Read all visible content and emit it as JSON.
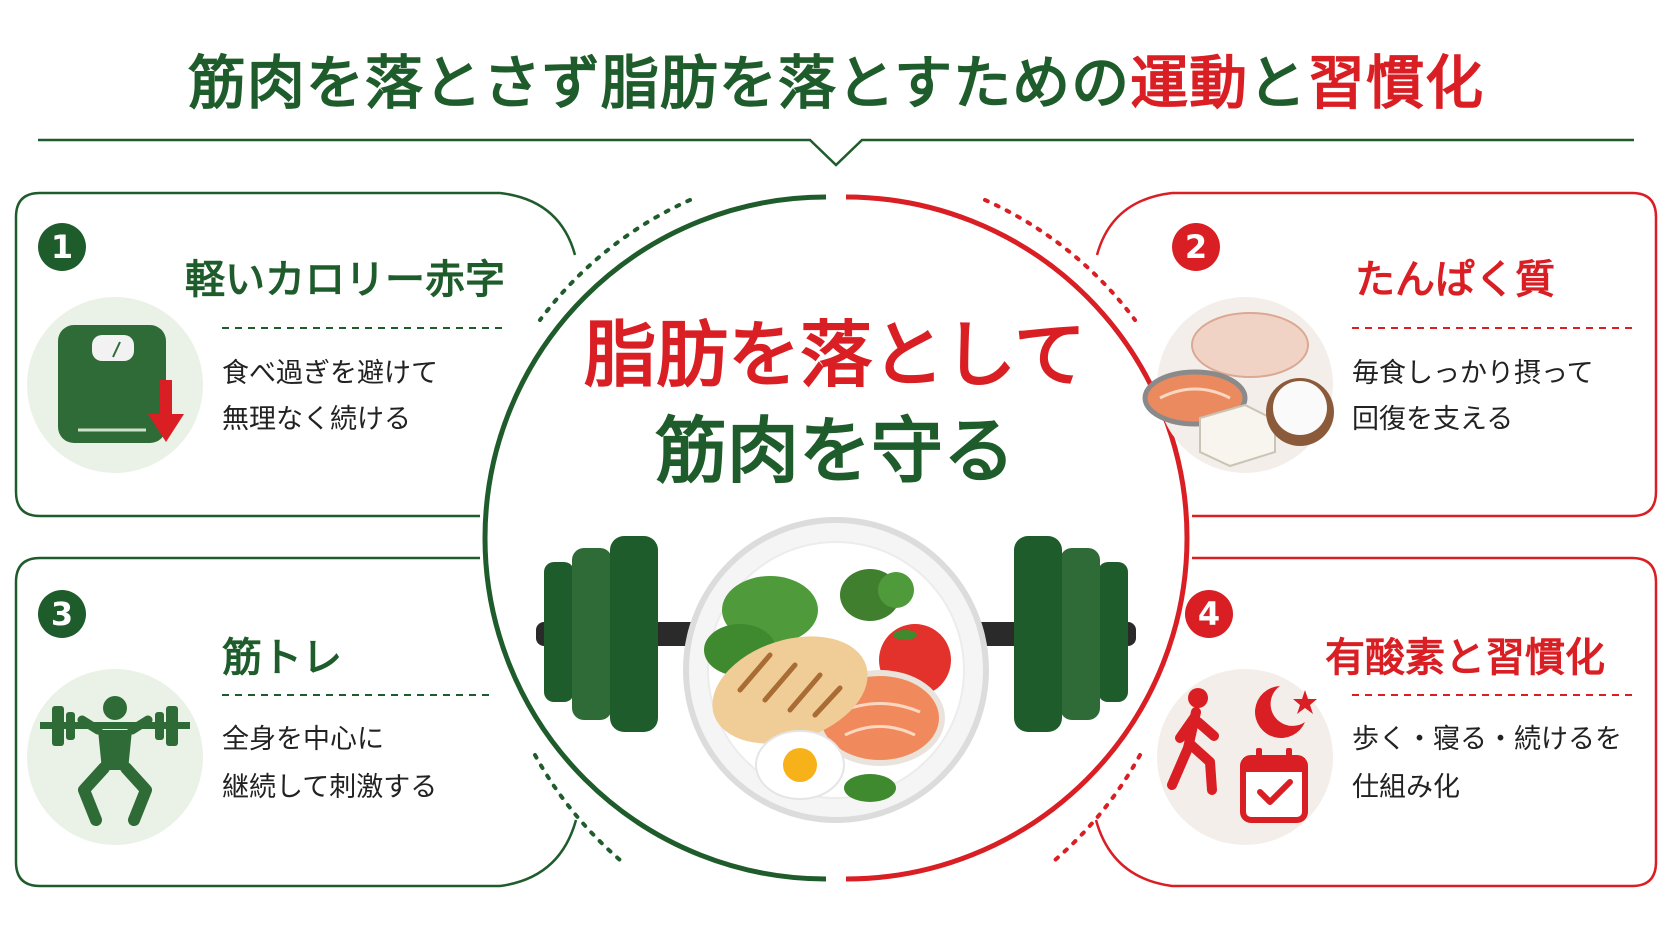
{
  "title": {
    "part1": "筋肉を落とさず脂肪を落とすための",
    "red1": "運動",
    "mid": "と",
    "red2": "習慣化"
  },
  "center": {
    "line1": "脂肪を落として",
    "line2": "筋肉を守る"
  },
  "cards": [
    {
      "num": "1",
      "heading": "軽いカロリー赤字",
      "line1": "食べ過ぎを避けて",
      "line2": "無理なく続ける",
      "icon": "scale-down-icon"
    },
    {
      "num": "2",
      "heading": "たんぱく質",
      "line1": "毎食しっかり摂って",
      "line2": "回復を支える",
      "icon": "protein-food-icon"
    },
    {
      "num": "3",
      "heading": "筋トレ",
      "line1": "全身を中心に",
      "line2": "継続して刺激する",
      "icon": "squat-barbell-icon"
    },
    {
      "num": "4",
      "heading": "有酸素と習慣化",
      "line1": "歩く・寝る・続けるを",
      "line2": "仕組み化",
      "icon": "walk-sleep-calendar-icon"
    }
  ],
  "colors": {
    "green": "#1f5c2b",
    "red": "#d91e24"
  }
}
